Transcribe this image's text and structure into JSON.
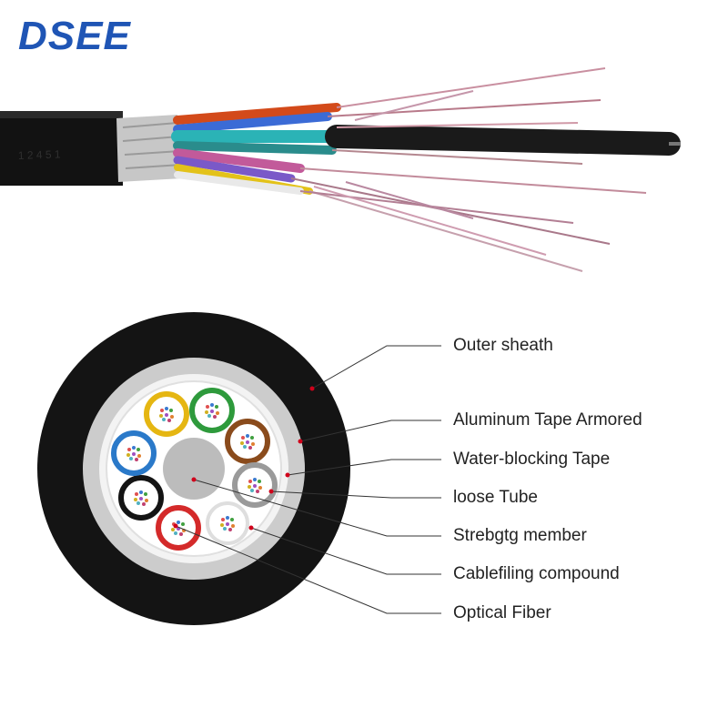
{
  "brand": {
    "name": "DSEE",
    "color": "#1f55b5"
  },
  "labels": [
    {
      "key": "outer_sheath",
      "text": "Outer sheath"
    },
    {
      "key": "aluminum_tape",
      "text": "Aluminum Tape Armored"
    },
    {
      "key": "water_blocking",
      "text": "Water-blocking Tape"
    },
    {
      "key": "loose_tube",
      "text": "loose Tube"
    },
    {
      "key": "strength_member",
      "text": "Strebgtg member"
    },
    {
      "key": "filling_compound",
      "text": "Cablefiling compound"
    },
    {
      "key": "optical_fiber",
      "text": "Optical Fiber"
    }
  ],
  "colors": {
    "sheath": "#111111",
    "armor": "#c9c9c9",
    "tape": "#f4f4f4",
    "strength_member": "#bdbdbd",
    "leader_line": "#333333",
    "pointer_dot": "#d0021b",
    "tubes": [
      "#e8b70f",
      "#2d9a3c",
      "#8a4b1c",
      "#9a9a9a",
      "#e5e5e5",
      "#d42a2a",
      "#111111",
      "#2a79c9"
    ]
  }
}
